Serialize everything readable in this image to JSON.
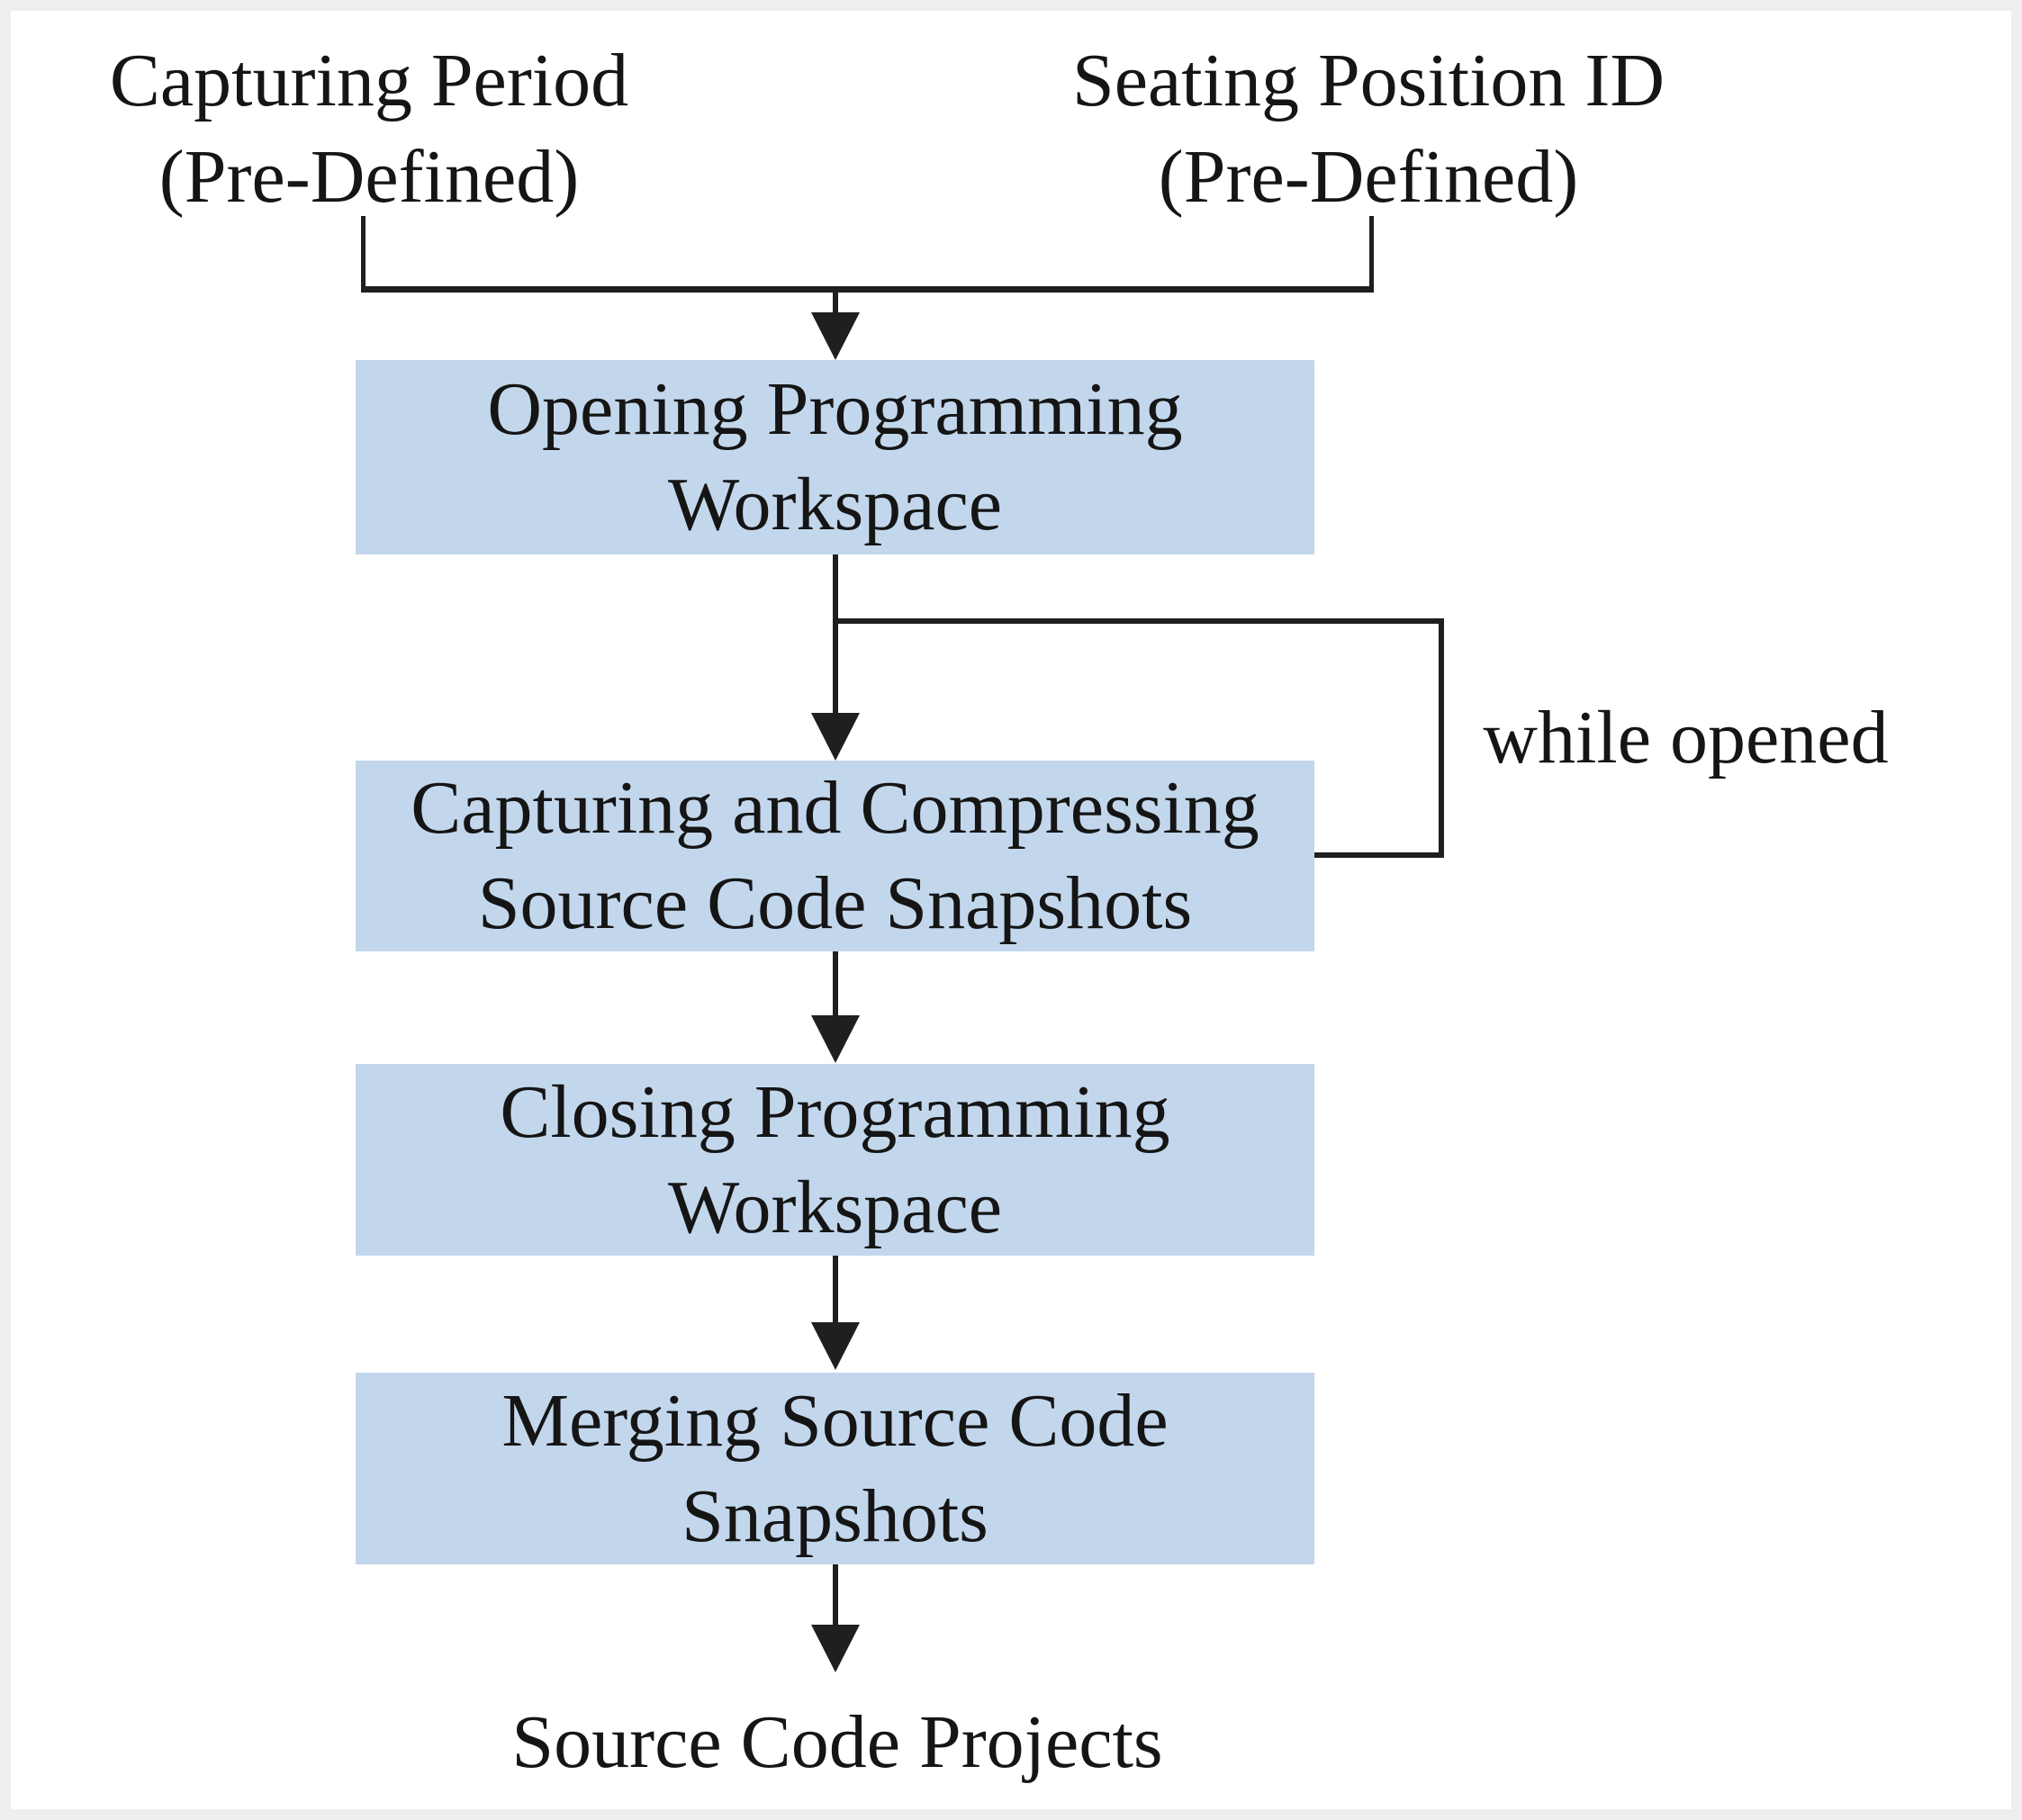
{
  "diagram": {
    "inputs": {
      "capturing_period": {
        "line1": "Capturing Period",
        "line2": "(Pre-Defined)"
      },
      "seating_position": {
        "line1": "Seating Position ID",
        "line2": "(Pre-Defined)"
      }
    },
    "steps": {
      "opening": {
        "line1": "Opening Programming",
        "line2": "Workspace"
      },
      "capturing": {
        "line1": "Capturing and Compressing",
        "line2": "Source Code Snapshots"
      },
      "closing": {
        "line1": "Closing Programming",
        "line2": "Workspace"
      },
      "merging": {
        "line1": "Merging Source Code",
        "line2": "Snapshots"
      }
    },
    "loop_label": "while opened",
    "output_label": "Source Code Projects",
    "colors": {
      "box_fill": "#c3d7ec",
      "line": "#1f1f1f",
      "text": "#151515",
      "background": "#ffffff"
    }
  }
}
